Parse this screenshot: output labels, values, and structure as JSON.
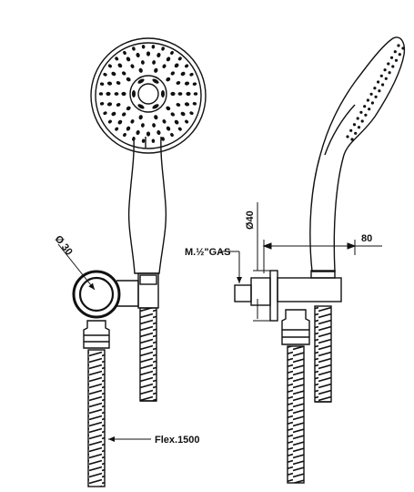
{
  "labels": {
    "diameter_30": "Ø 30",
    "diameter_40": "Ø40",
    "connection": "M.½\"GAS",
    "dimension_80": "80",
    "hose": "Flex.1500"
  }
}
